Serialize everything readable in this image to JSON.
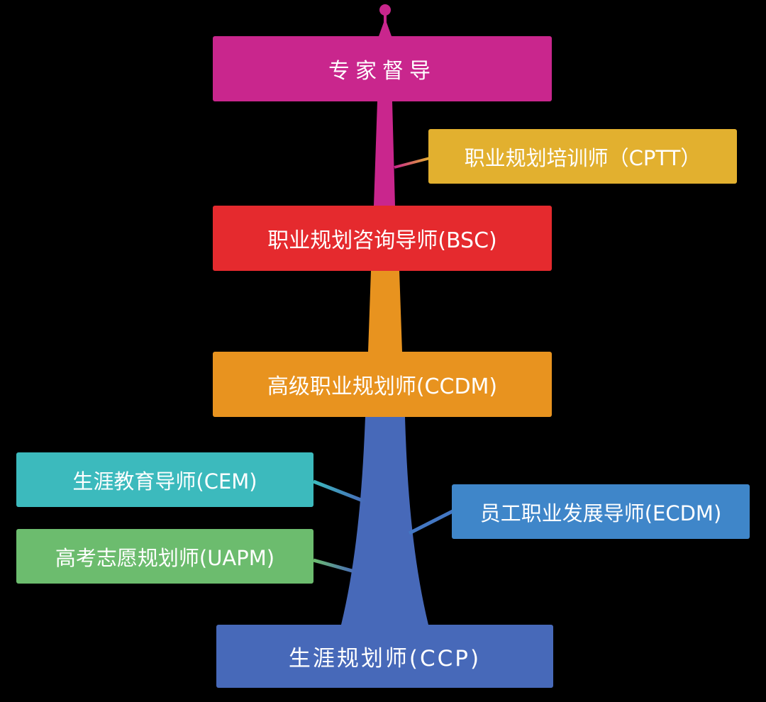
{
  "colors": {
    "background": "#000000",
    "magenta": "#c9268d",
    "red": "#e52a2e",
    "orange": "#e8931f",
    "yellow": "#e2b02f",
    "teal": "#3cbabd",
    "green": "#6cbc6e",
    "blue_light": "#3f86c9",
    "blue": "#4769b9"
  },
  "nodes": {
    "expert": "专家督导",
    "cptt": "职业规划培训师（CPTT）",
    "bsc": "职业规划咨询导师(BSC)",
    "ccdm": "高级职业规划师(CCDM)",
    "cem": "生涯教育导师(CEM)",
    "ecdm": "员工职业发展导师(ECDM)",
    "uapm": "高考志愿规划师(UAPM)",
    "ccp": "生涯规划师(CCP)"
  }
}
